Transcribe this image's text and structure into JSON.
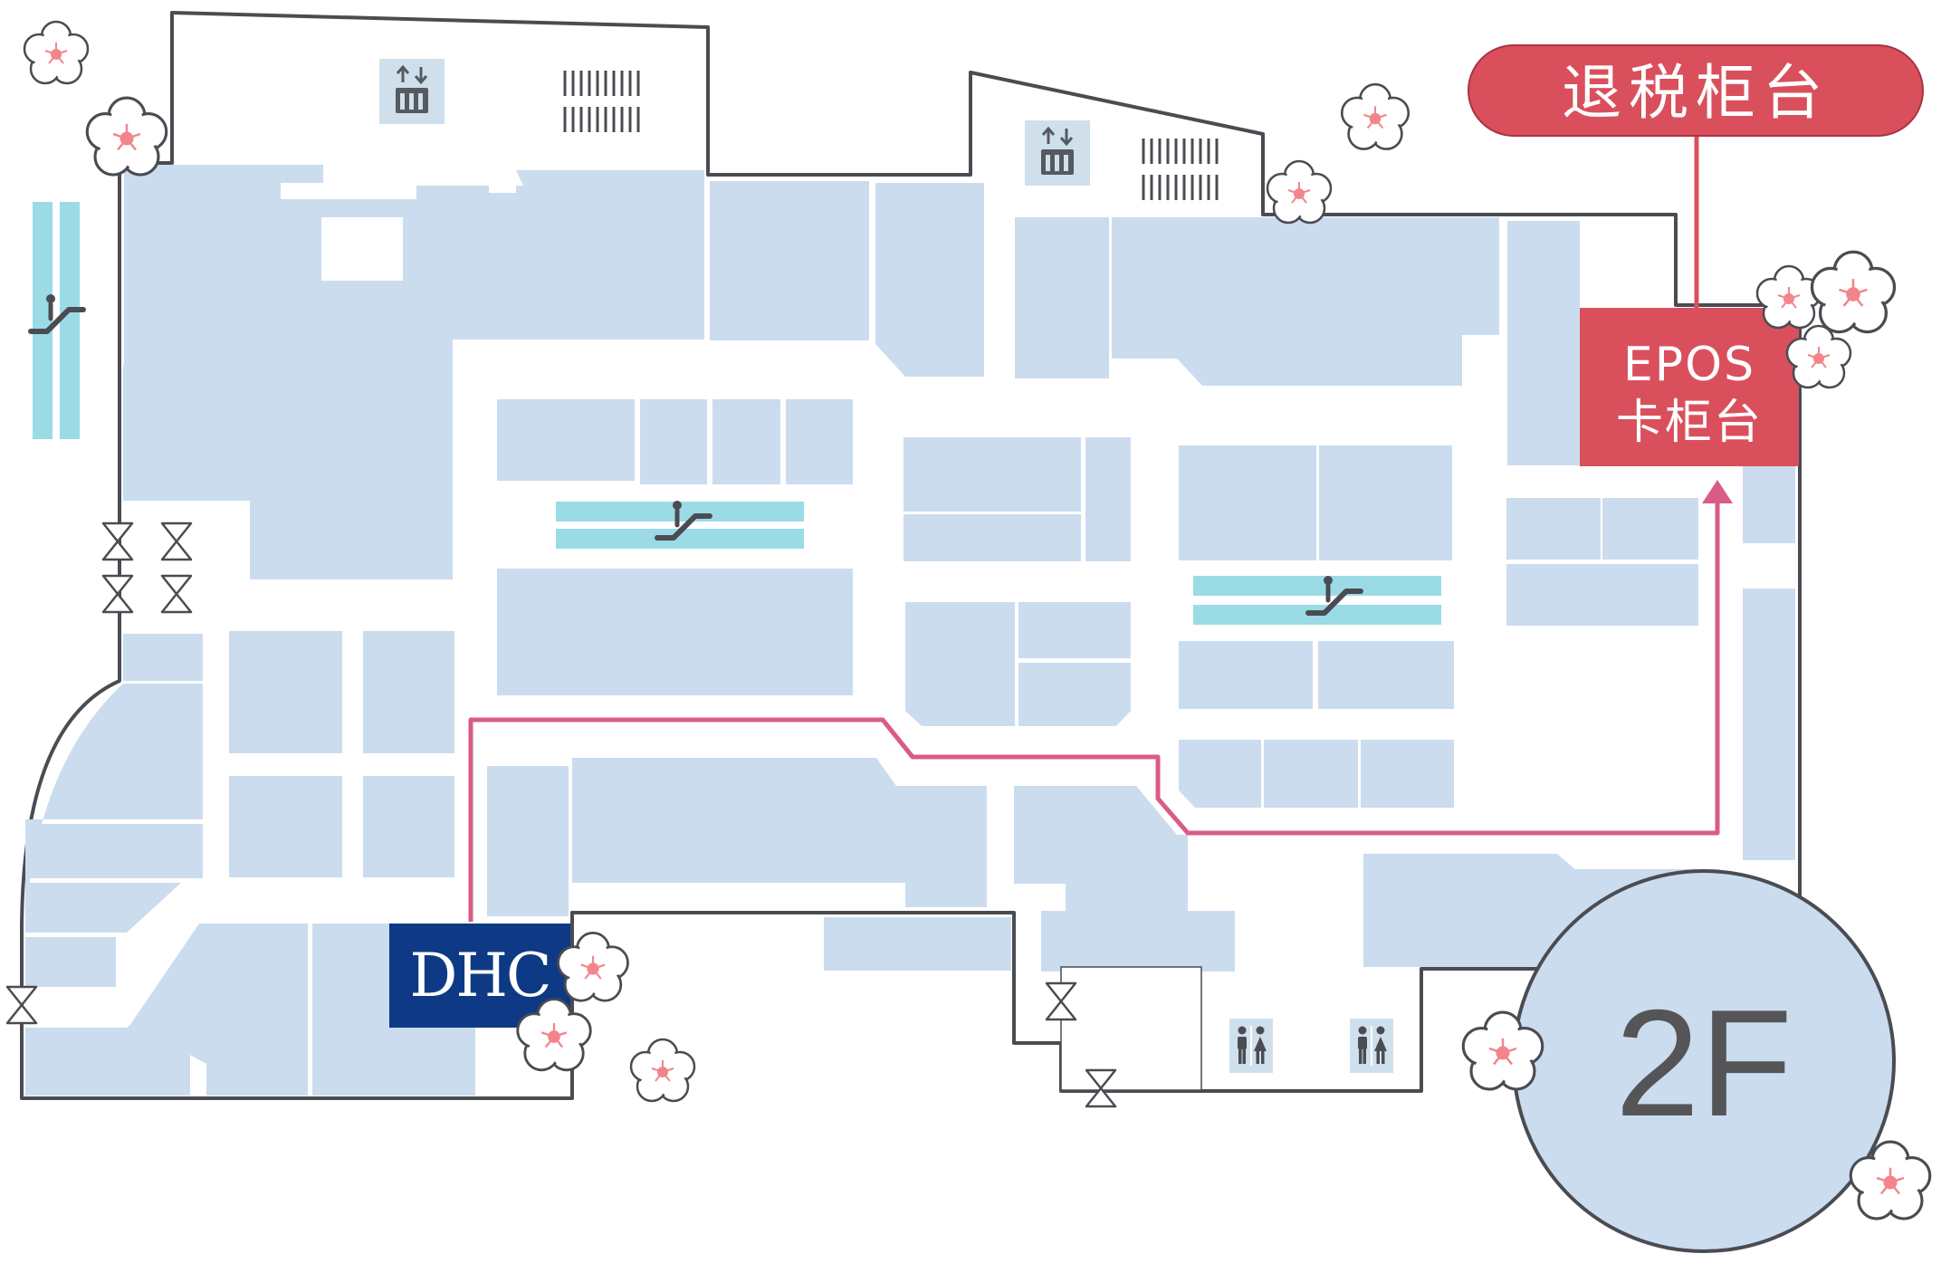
{
  "map": {
    "floor": "2F",
    "shop": "DHC",
    "destination_line1": "EPOS",
    "destination_line2": "卡柜台",
    "tax_refund_counter": "退税柜台"
  },
  "colors": {
    "store": "#cbdcef",
    "escalator": "#9adbe6",
    "route": "#d95c86",
    "dhc": "#0e3a85",
    "counter": "#d9505c",
    "blossom": "#f2858c",
    "outline": "#4a4c52"
  },
  "icons": [
    "elevator-icon",
    "escalator-icon",
    "restroom-icon",
    "door-icon",
    "cherry-blossom-icon",
    "route-arrow-icon"
  ]
}
